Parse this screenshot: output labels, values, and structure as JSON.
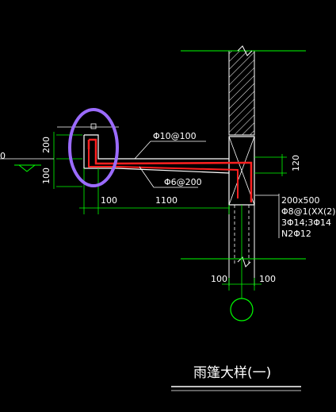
{
  "drawing": {
    "title": "雨篷大样(一)",
    "dimensions": {
      "left_h_top": "200",
      "left_h_bottom": "100",
      "bottom_w_lip": "100",
      "bottom_w_span": "1100",
      "right_beam_h": "120",
      "col_left": "100",
      "col_right": "100",
      "stub_left": "0"
    },
    "rebar_labels": {
      "top_bar": "Φ10@100",
      "dist_bar": "Φ6@200"
    },
    "beam_note": {
      "line1": "200x500",
      "line2": "Φ8@1(XX(2)",
      "line3": "3Φ14;3Φ14",
      "line4": "N2Φ12"
    },
    "colors": {
      "background": "#000000",
      "outline": "#ffffff",
      "dimension": "#00ff00",
      "rebar": "#ff2020",
      "highlight": "#9b6bff"
    }
  }
}
